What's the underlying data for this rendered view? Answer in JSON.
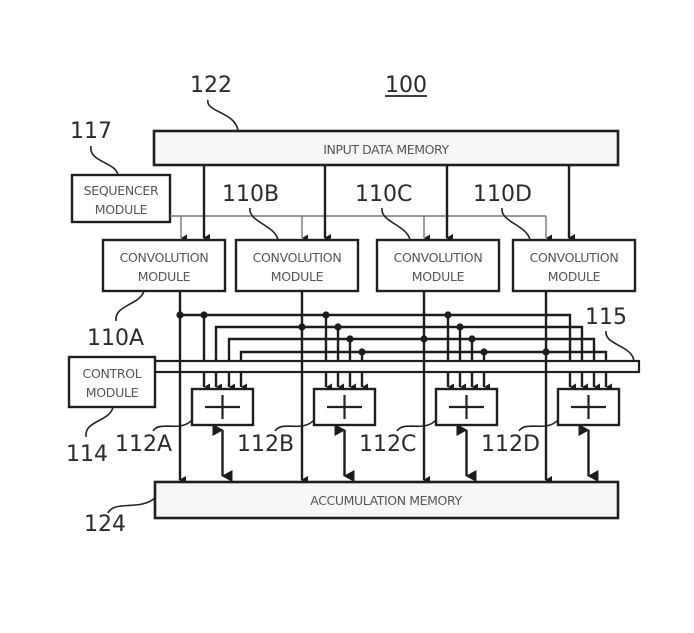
{
  "figure": {
    "number": "100",
    "refs": {
      "input_memory": "122",
      "sequencer": "117",
      "conv_b": "110B",
      "conv_c": "110C",
      "conv_d": "110D",
      "conv_a": "110A",
      "bus": "115",
      "control": "114",
      "adder_a": "112A",
      "adder_b": "112B",
      "adder_c": "112C",
      "adder_d": "112D",
      "accum_memory": "124"
    }
  },
  "blocks": {
    "input_memory": "INPUT DATA MEMORY",
    "sequencer_line1": "SEQUENCER",
    "sequencer_line2": "MODULE",
    "conv_line1": "CONVOLUTION",
    "conv_line2": "MODULE",
    "control_line1": "CONTROL",
    "control_line2": "MODULE",
    "accum_memory": "ACCUMULATION MEMORY",
    "adder_symbol": "+"
  },
  "colors": {
    "line": "#1e1e1e",
    "text": "#555555",
    "memory_fill": "#f7f7f7"
  }
}
